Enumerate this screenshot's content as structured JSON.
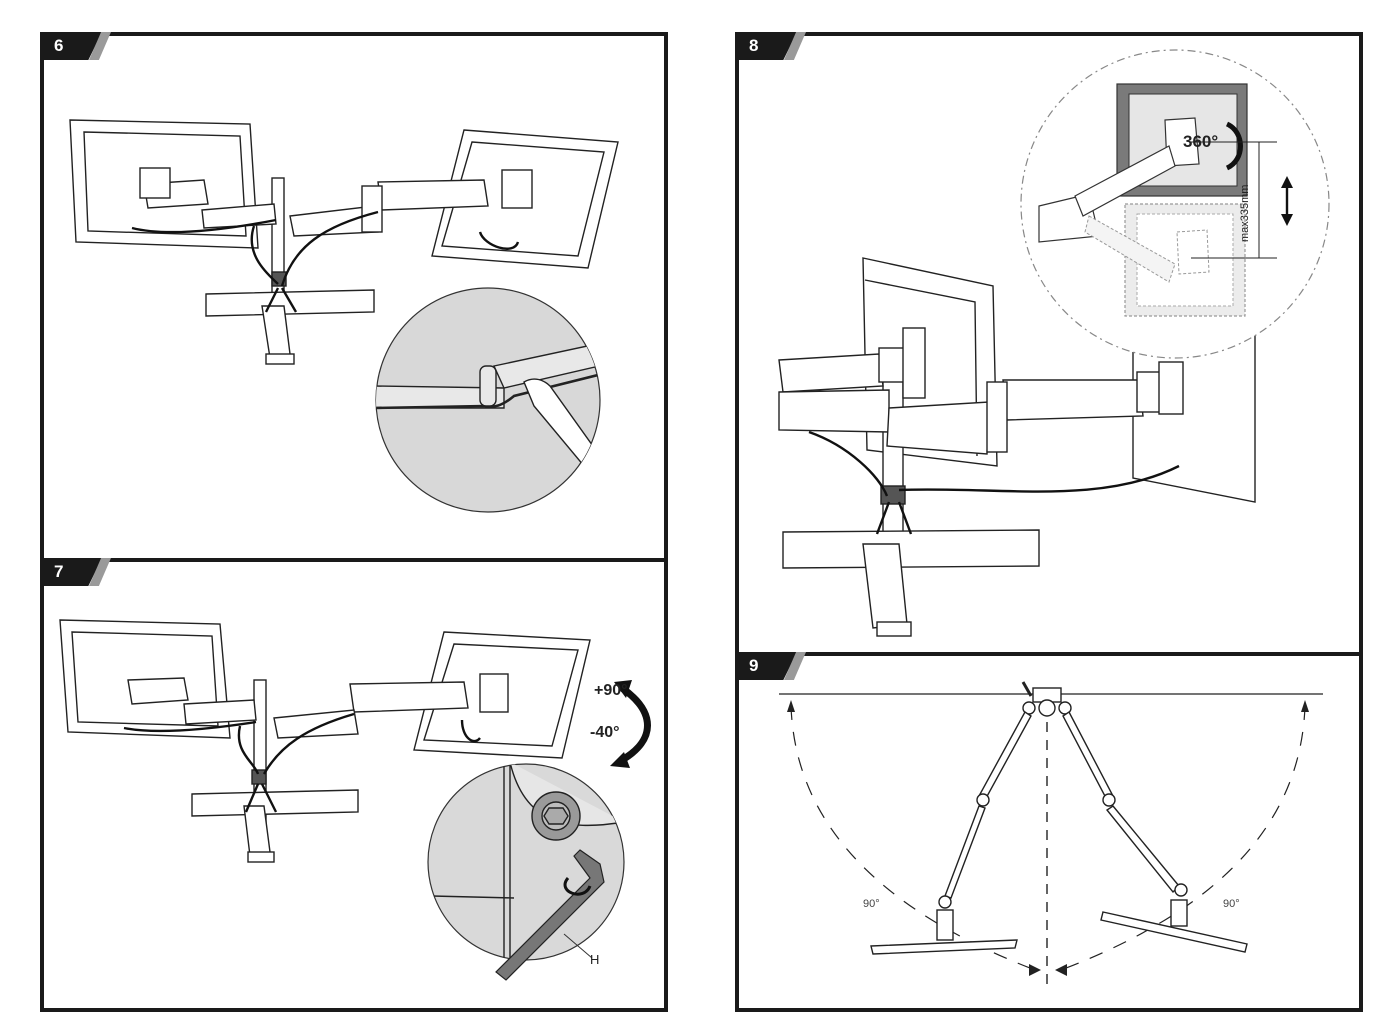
{
  "document": {
    "type": "Dual monitor arm installation manual",
    "steps": [
      {
        "number": "6",
        "description": "Route cables along arms and secure with cable clip; insert cable into arm channel",
        "illustrations": [
          "dual-monitor-arm-assembly",
          "cable-channel-detail-circle"
        ]
      },
      {
        "number": "7",
        "description": "Tilt adjustment and tension adjustment with hex key",
        "labels": {
          "tilt_up": "+90°",
          "tilt_down": "-40°",
          "hex_key": "H"
        },
        "illustrations": [
          "dual-monitor-arm-assembly",
          "hex-key-detail-circle"
        ]
      },
      {
        "number": "8",
        "description": "Rotation and height adjustment",
        "labels": {
          "rotation": "360°",
          "height_range": "max335mm"
        },
        "illustrations": [
          "side-view-arm-assembly",
          "rotation-height-detail-circle"
        ]
      },
      {
        "number": "9",
        "description": "Top view swivel range",
        "labels": {
          "left_swivel": "90°",
          "right_swivel": "90°"
        },
        "illustrations": [
          "top-view-swivel-diagram"
        ]
      }
    ]
  }
}
